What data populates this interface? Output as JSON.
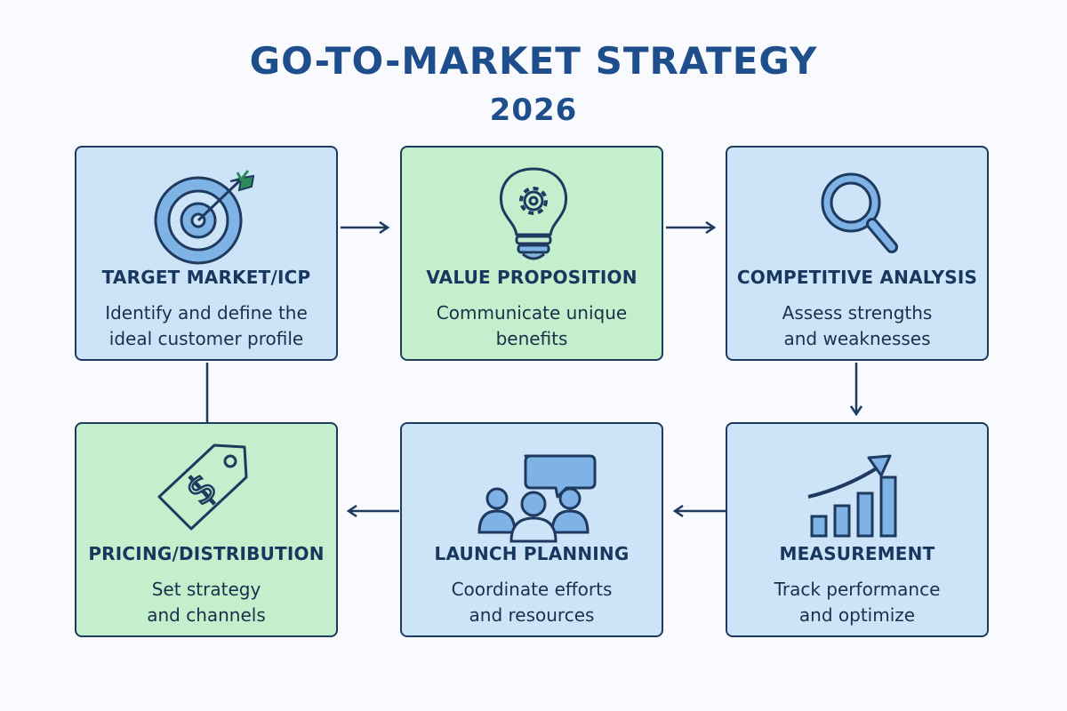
{
  "header": {
    "title_line1": "GO-TO-MARKET STRATEGY",
    "title_line2": "2026"
  },
  "steps": [
    {
      "title": "TARGET MARKET/ICP",
      "desc_line1": "Identify and define the",
      "desc_line2": "ideal customer profile",
      "icon": "target-icon",
      "color": "#cde4f8"
    },
    {
      "title": "VALUE PROPOSITION",
      "desc_line1": "Communicate unique",
      "desc_line2": "benefits",
      "icon": "lightbulb-gear-icon",
      "color": "#c3efcd"
    },
    {
      "title": "COMPETITIVE ANALYSIS",
      "desc_line1": "Assess strengths",
      "desc_line2": "and weaknesses",
      "icon": "magnifier-icon",
      "color": "#cde4f8"
    },
    {
      "title": "MEASUREMENT",
      "desc_line1": "Track performance",
      "desc_line2": "and optimize",
      "icon": "bar-chart-icon",
      "color": "#cde4f8"
    },
    {
      "title": "LAUNCH PLANNING",
      "desc_line1": "Coordinate efforts",
      "desc_line2": "and resources",
      "icon": "team-chat-icon",
      "color": "#cde4f8"
    },
    {
      "title": "PRICING/DISTRIBUTION",
      "desc_line1": "Set strategy",
      "desc_line2": "and channels",
      "icon": "price-tag-icon",
      "color": "#c3efcd"
    }
  ],
  "colors": {
    "title": "#1f4e8c",
    "stroke": "#1e3a5f",
    "blue_fill": "#cde4f8",
    "green_fill": "#c3efcd",
    "icon_fill": "#7fb2e5"
  }
}
